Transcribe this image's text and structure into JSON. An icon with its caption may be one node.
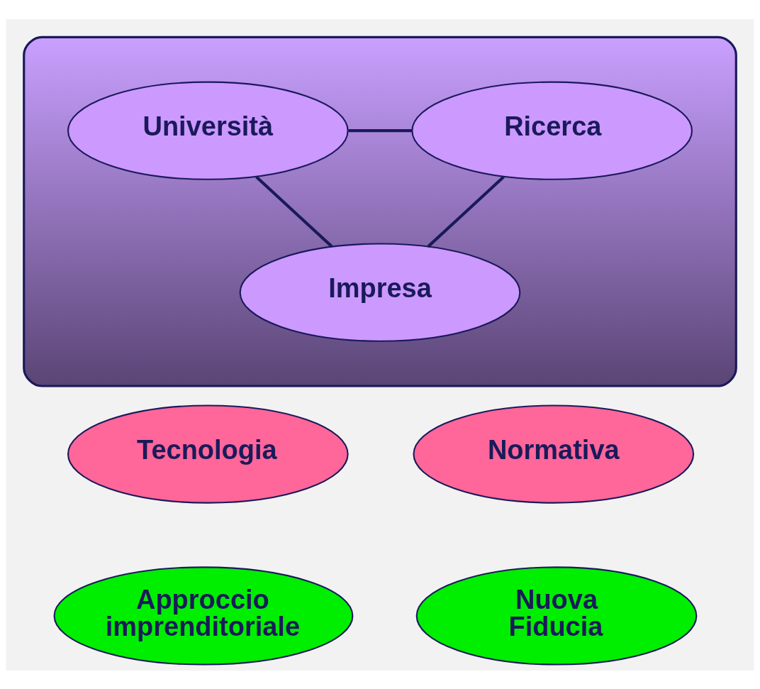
{
  "diagram": {
    "nodes": [
      {
        "text": [],
        "shape": "ellipse"
      },
      {
        "text": [
          "Università"
        ],
        "in": 0
      },
      {
        "text": [
          "Ricerca"
        ],
        "in": 0
      },
      {
        "text": [
          "Impresa"
        ],
        "in": 0
      },
      {
        "text": [
          "Tecnologia"
        ]
      },
      {
        "text": [
          "Normativa"
        ]
      },
      {
        "text": [
          "Approccio imprenditoriale"
        ]
      },
      {
        "text": [
          "Nuova Fiducia"
        ]
      }
    ],
    "edges": [
      {
        "from": 1,
        "to": 2,
        "arrow": "none"
      },
      {
        "from": 1,
        "to": 3,
        "arrow": "none"
      },
      {
        "from": 2,
        "to": 3,
        "arrow": "none"
      }
    ]
  }
}
